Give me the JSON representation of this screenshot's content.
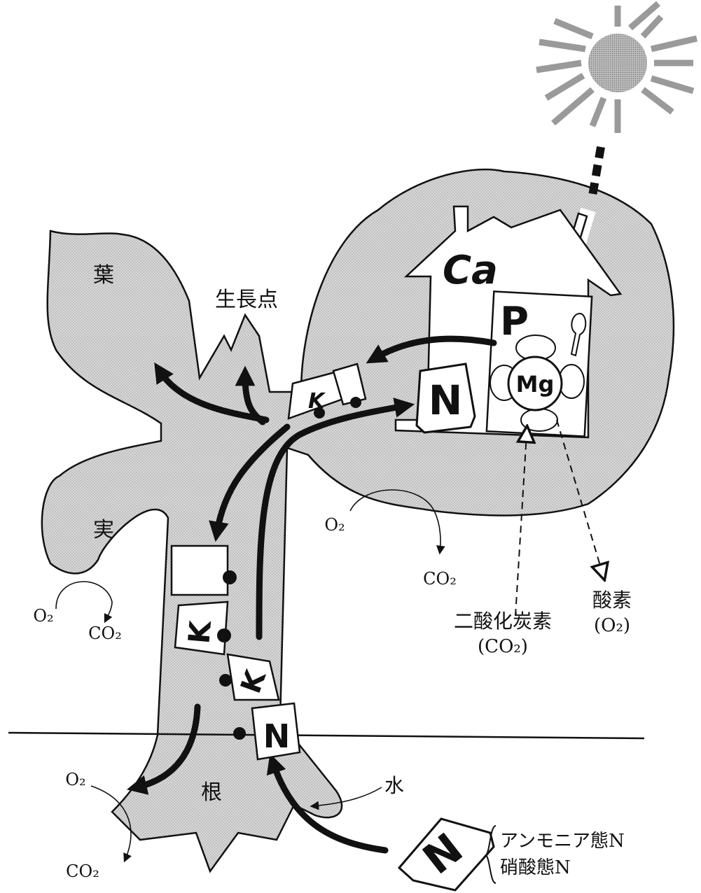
{
  "labels": {
    "leaf": "葉",
    "growth_point": "生長点",
    "fruit": "実",
    "root": "根",
    "water": "水",
    "co2_name": "二酸化炭素",
    "co2_paren": "(CO₂)",
    "o2_name": "酸素",
    "o2_paren": "(O₂)",
    "ammonium_n": "アンモニア態N",
    "nitrate_n": "硝酸態N"
  },
  "gases": {
    "o2": "O₂",
    "co2": "CO₂"
  },
  "nutrients": {
    "calcium": "Ca",
    "phosphorus": "P",
    "nitrogen": "N",
    "magnesium": "Mg",
    "potassium": "K"
  }
}
